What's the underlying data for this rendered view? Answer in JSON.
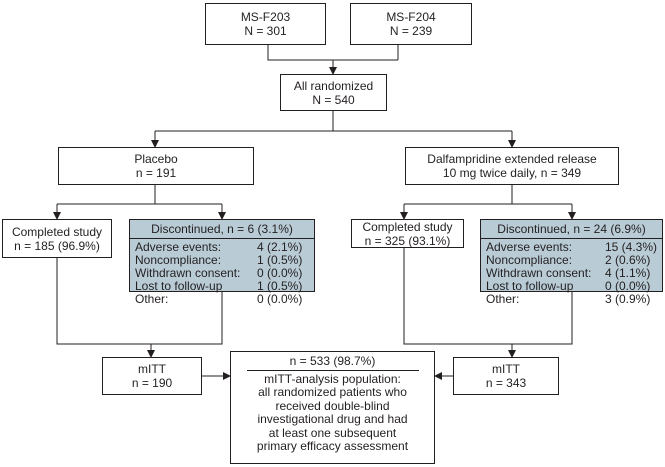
{
  "studies": [
    {
      "name": "MS-F203",
      "n": "N = 301"
    },
    {
      "name": "MS-F204",
      "n": "N = 239"
    }
  ],
  "all_randomized": {
    "label": "All randomized",
    "n": "N = 540"
  },
  "arms": {
    "placebo": {
      "label": "Placebo",
      "n": "n = 191",
      "completed": {
        "label": "Completed study",
        "n": "n = 185 (96.9%)"
      },
      "discontinued": {
        "header": "Discontinued, n = 6 (3.1%)",
        "reasons": [
          {
            "label": "Adverse events:",
            "value": "4 (2.1%)"
          },
          {
            "label": "Noncompliance:",
            "value": "1 (0.5%)"
          },
          {
            "label": "Withdrawn consent:",
            "value": "0 (0.0%)"
          },
          {
            "label": "Lost to follow-up",
            "value": "1 (0.5%)"
          },
          {
            "label": "Other:",
            "value": "0 (0.0%)"
          }
        ]
      },
      "mitt": {
        "label": "mITT",
        "n": "n = 190"
      }
    },
    "dalfampridine": {
      "label_line1": "Dalfampridine extended release",
      "label_line2": "10 mg twice daily, n = 349",
      "completed": {
        "label": "Completed study",
        "n": "n = 325 (93.1%)"
      },
      "discontinued": {
        "header": "Discontinued, n = 24 (6.9%)",
        "reasons": [
          {
            "label": "Adverse events:",
            "value": "15 (4.3%)"
          },
          {
            "label": "Noncompliance:",
            "value": "2 (0.6%)"
          },
          {
            "label": "Withdrawn consent:",
            "value": "4 (1.1%)"
          },
          {
            "label": "Lost to follow-up",
            "value": "0 (0.0%)"
          },
          {
            "label": "Other:",
            "value": "3 (0.9%)"
          }
        ]
      },
      "mitt": {
        "label": "mITT",
        "n": "n = 343"
      }
    }
  },
  "population": {
    "n": "n = 533 (98.7%)",
    "lines": [
      "mITT-analysis population:",
      "all randomized patients who",
      "received double-blind",
      "investigational drug and had",
      "at least one subsequent",
      "primary efficacy assessment"
    ]
  }
}
